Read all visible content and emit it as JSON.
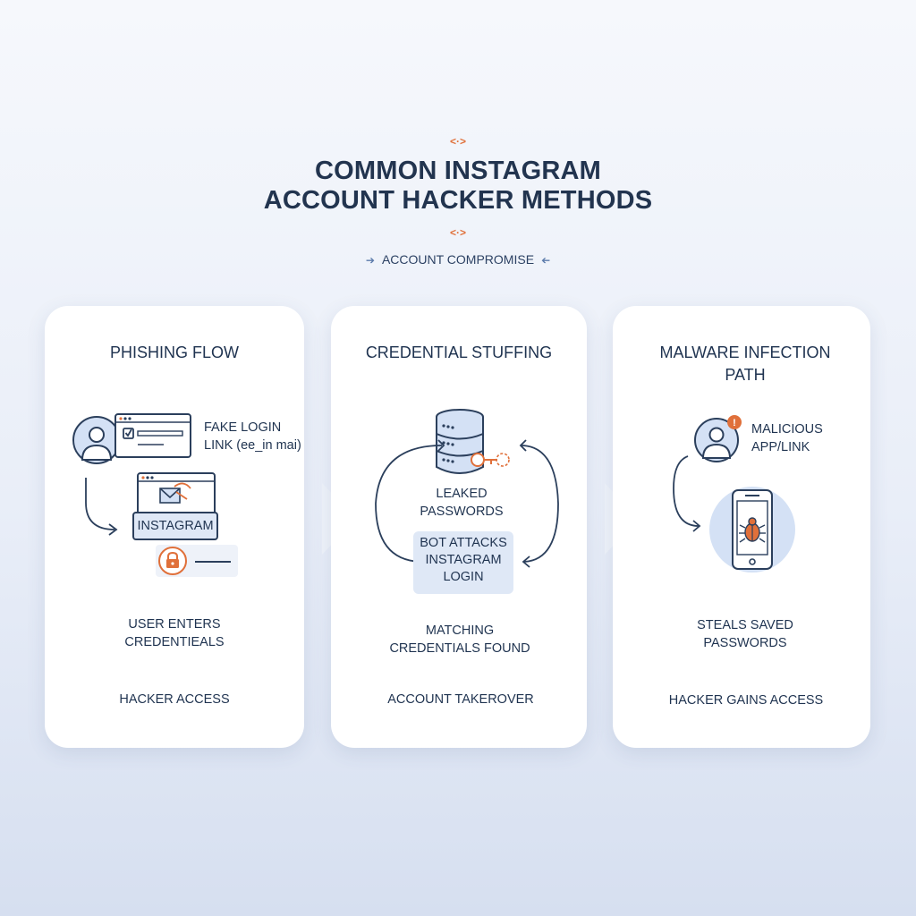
{
  "header": {
    "title_line1": "COMMON INSTAGRAM",
    "title_line2": "ACCOUNT HACKER  METHODS",
    "deco_top": "<·>",
    "deco_bottom": "<·>",
    "subtitle": "ACCOUNT COMPROMISE",
    "subtitle_arrow_left": "➔",
    "subtitle_arrow_right": "➔"
  },
  "cards": [
    {
      "title": "PHISHING FLOW",
      "fake_login_line1": "FAKE LOGIN",
      "fake_login_line2": "LINK (ee_in mai)",
      "instagram_label": "INSTAGRAM",
      "step_line1": "USER ENTERS",
      "step_line2": "CREDENTIEALS",
      "result": "HACKER ACCESS"
    },
    {
      "title": "CREDENTIAL STUFFING",
      "leaked_line1": "LEAKED",
      "leaked_line2": "PASSWORDS",
      "bot_line1": "BOT ATTACKS",
      "bot_line2": "INSTAGRAM",
      "bot_line3": "LOGIN",
      "step_line1": "MATCHING",
      "step_line2": "CREDENTIALS FOUND",
      "result": "ACCOUNT TAKEROVER"
    },
    {
      "title_line1": "MALWARE INFECTION",
      "title_line2": "PATH",
      "malicious_line1": "MALICIOUS",
      "malicious_line2": "APP/LINK",
      "step_line1": "STEALS SAVED",
      "step_line2": "PASSWORDS",
      "result": "HACKER GAINS ACCESS"
    }
  ],
  "colors": {
    "accent_orange": "#e0703a",
    "navy": "#2b3f5c",
    "light_blue_fill": "#d4e1f5"
  },
  "icons": [
    "user-icon",
    "browser-window-icon",
    "checkbox-icon",
    "mail-icon",
    "lock-icon",
    "database-icon",
    "key-icon",
    "smartphone-icon",
    "bug-icon",
    "alert-badge-icon",
    "cycle-arrow-icon"
  ]
}
